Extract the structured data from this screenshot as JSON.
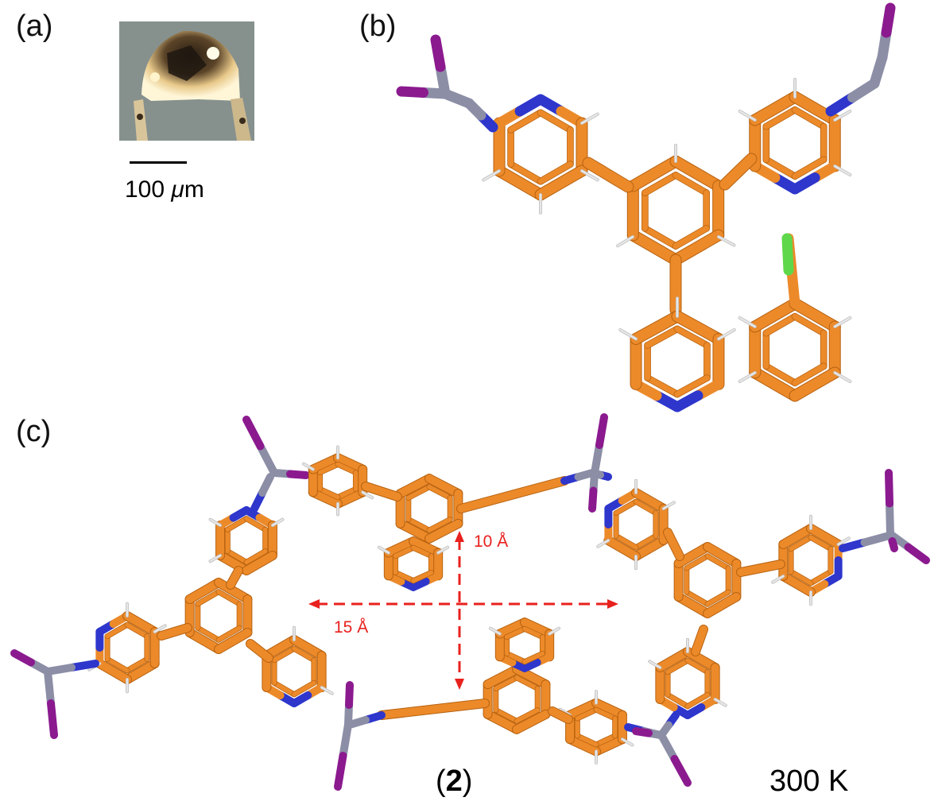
{
  "panels": {
    "a": "(a)",
    "b": "(b)",
    "c": "(c)"
  },
  "micrograph": {
    "scale_label_number": "100 ",
    "scale_label_unit_italic": "μ",
    "scale_label_unit": "m"
  },
  "dimensions": {
    "vertical": "10 Å",
    "horizontal": "15 Å"
  },
  "compound": {
    "open": "(",
    "number": "2",
    "close": ")"
  },
  "temperature": "300 K",
  "colors": {
    "carbon": "#ec8a2a",
    "carbon_dark": "#b8620f",
    "nitrogen": "#2e36cc",
    "metal": "#8c8ea6",
    "iodine": "#8b1a8f",
    "chlorine": "#5ed84a",
    "hydrogen": "#e6e6e6",
    "dimension_line": "#e8211e"
  }
}
